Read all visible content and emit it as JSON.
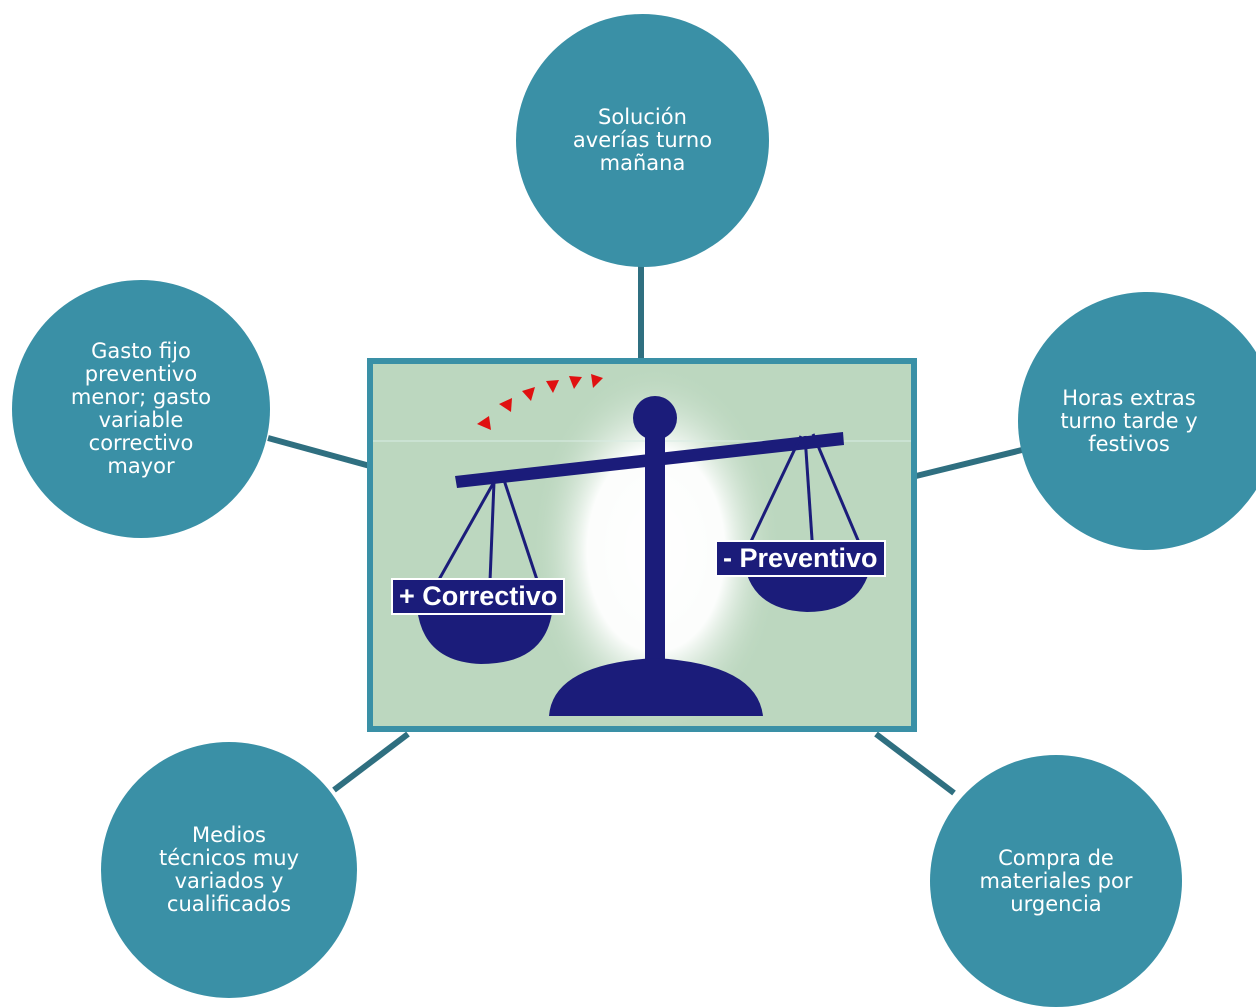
{
  "nodes": {
    "top": "Solución\naverías turno\nmañana",
    "left": "Gasto fijo\npreventivo\nmenor; gasto\nvariable\ncorrectivo\nmayor",
    "right": "Horas extras\nturno  tarde y\nfestivos",
    "bottom_left": "Medios\ntécnicos muy\nvariados y\ncualificados",
    "bottom_right": "Compra de\nmateriales por\nurgencia"
  },
  "balance": {
    "left_label": "+ Correctivo",
    "right_label": "- Preventivo"
  },
  "colors": {
    "node": "#3a90a6",
    "connector": "#2f6f80",
    "box_border": "#3a90a6",
    "box_background": "#bcd7bf",
    "scale": "#1b1c7a",
    "arrows": "#e01010"
  }
}
